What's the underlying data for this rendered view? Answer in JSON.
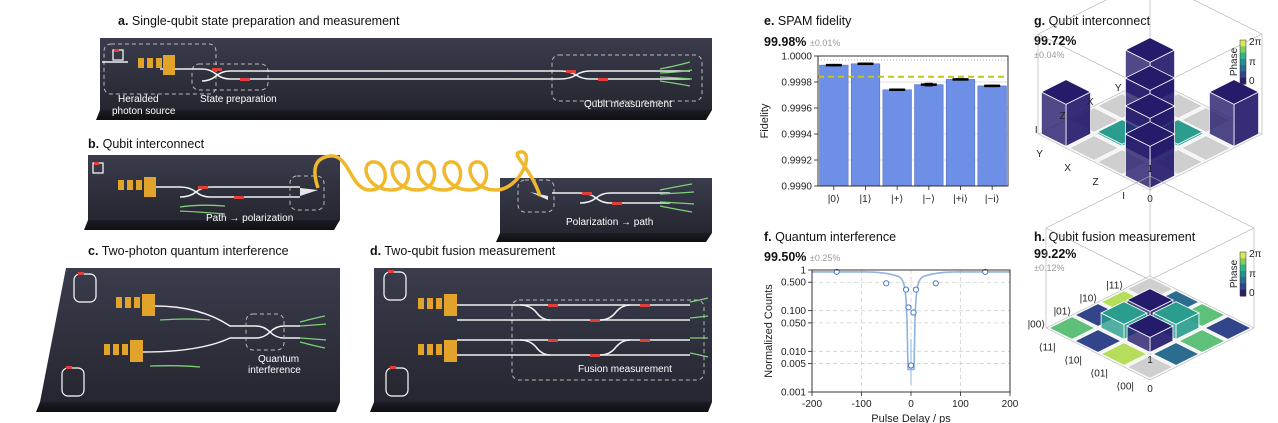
{
  "panels": {
    "a": {
      "letter": "a.",
      "title": "Single-qubit state preparation and measurement",
      "labels": [
        "Heralded",
        "photon source",
        "State preparation",
        "Qubit measurement"
      ]
    },
    "b": {
      "letter": "b.",
      "title": "Qubit interconnect",
      "labels": [
        "Path → polarization",
        "Polarization → path"
      ]
    },
    "c": {
      "letter": "c.",
      "title": "Two-photon quantum interference",
      "labels": [
        "Quantum",
        "interference"
      ]
    },
    "d": {
      "letter": "d.",
      "title": "Two-qubit fusion measurement",
      "labels": [
        "Fusion measurement"
      ]
    },
    "e": {
      "letter": "e.",
      "title": "SPAM fidelity",
      "value": "99.98%",
      "err": "±0.01%"
    },
    "f": {
      "letter": "f.",
      "title": "Quantum interference",
      "value": "99.50%",
      "err": "±0.25%"
    },
    "g": {
      "letter": "g.",
      "title": "Qubit interconnect",
      "value": "99.72%",
      "err": "±0.04%"
    },
    "h": {
      "letter": "h.",
      "title": "Qubit fusion measurement",
      "value": "99.22%",
      "err": "±0.12%"
    }
  },
  "colorbar": {
    "label": "Phase",
    "ticks": [
      "2π",
      "π",
      "0"
    ]
  },
  "matrix_g": {
    "axis_labels": [
      "Y",
      "X",
      "Z",
      "I",
      "I",
      "Z",
      "X",
      "Y"
    ],
    "bar_label": "1",
    "origin_label": "0"
  },
  "matrix_h": {
    "axis_labels": [
      "|11⟩",
      "|10⟩",
      "|01⟩",
      "|00⟩",
      "⟨00|",
      "⟨01|",
      "⟨10|",
      "⟨11|"
    ],
    "bar_label": "1",
    "origin_label": "0"
  },
  "colors": {
    "chip": "#2f3140",
    "bar": "#6d8fe6",
    "fit": "#8fb2e0",
    "dash": "#c9c21e",
    "navy": "#241b6b",
    "teal": "#2a9d8f",
    "waveguide": "#f2f2f2",
    "heater": "#e0403a",
    "source": "#e1a32a",
    "fiber": "#f0b82a"
  },
  "chart_data": [
    {
      "type": "bar",
      "title": "SPAM fidelity",
      "categories": [
        "|0⟩",
        "|1⟩",
        "|+⟩",
        "|−⟩",
        "|+i⟩",
        "|−i⟩"
      ],
      "values": [
        0.99993,
        0.99994,
        0.99974,
        0.99978,
        0.99982,
        0.99977
      ],
      "errors": [
        5e-06,
        5e-06,
        5e-06,
        1e-05,
        5e-06,
        5e-06
      ],
      "threshold": 0.99984,
      "ylabel": "Fidelity",
      "ylim": [
        0.999,
        1.0
      ],
      "yticks": [
        "0.9990",
        "0.9992",
        "0.9994",
        "0.9996",
        "0.9998",
        "1.0000"
      ],
      "grid": true
    },
    {
      "type": "scatter",
      "title": "Quantum interference",
      "x": [
        -150,
        -50,
        -10,
        -5,
        0,
        5,
        10,
        50,
        150
      ],
      "y": [
        0.9,
        0.47,
        0.33,
        0.12,
        0.0045,
        0.09,
        0.33,
        0.47,
        0.9
      ],
      "xlabel": "Pulse Delay / ps",
      "ylabel": "Normalized Counts",
      "xlim": [
        -200,
        200
      ],
      "ylim": [
        0.001,
        1
      ],
      "yscale": "log",
      "xticks": [
        "-200",
        "-100",
        "0",
        "100",
        "200"
      ],
      "yticks": [
        "0.001",
        "0.005",
        "0.010",
        "0.050",
        "0.100",
        "0.500",
        "1"
      ],
      "grid": true
    }
  ]
}
